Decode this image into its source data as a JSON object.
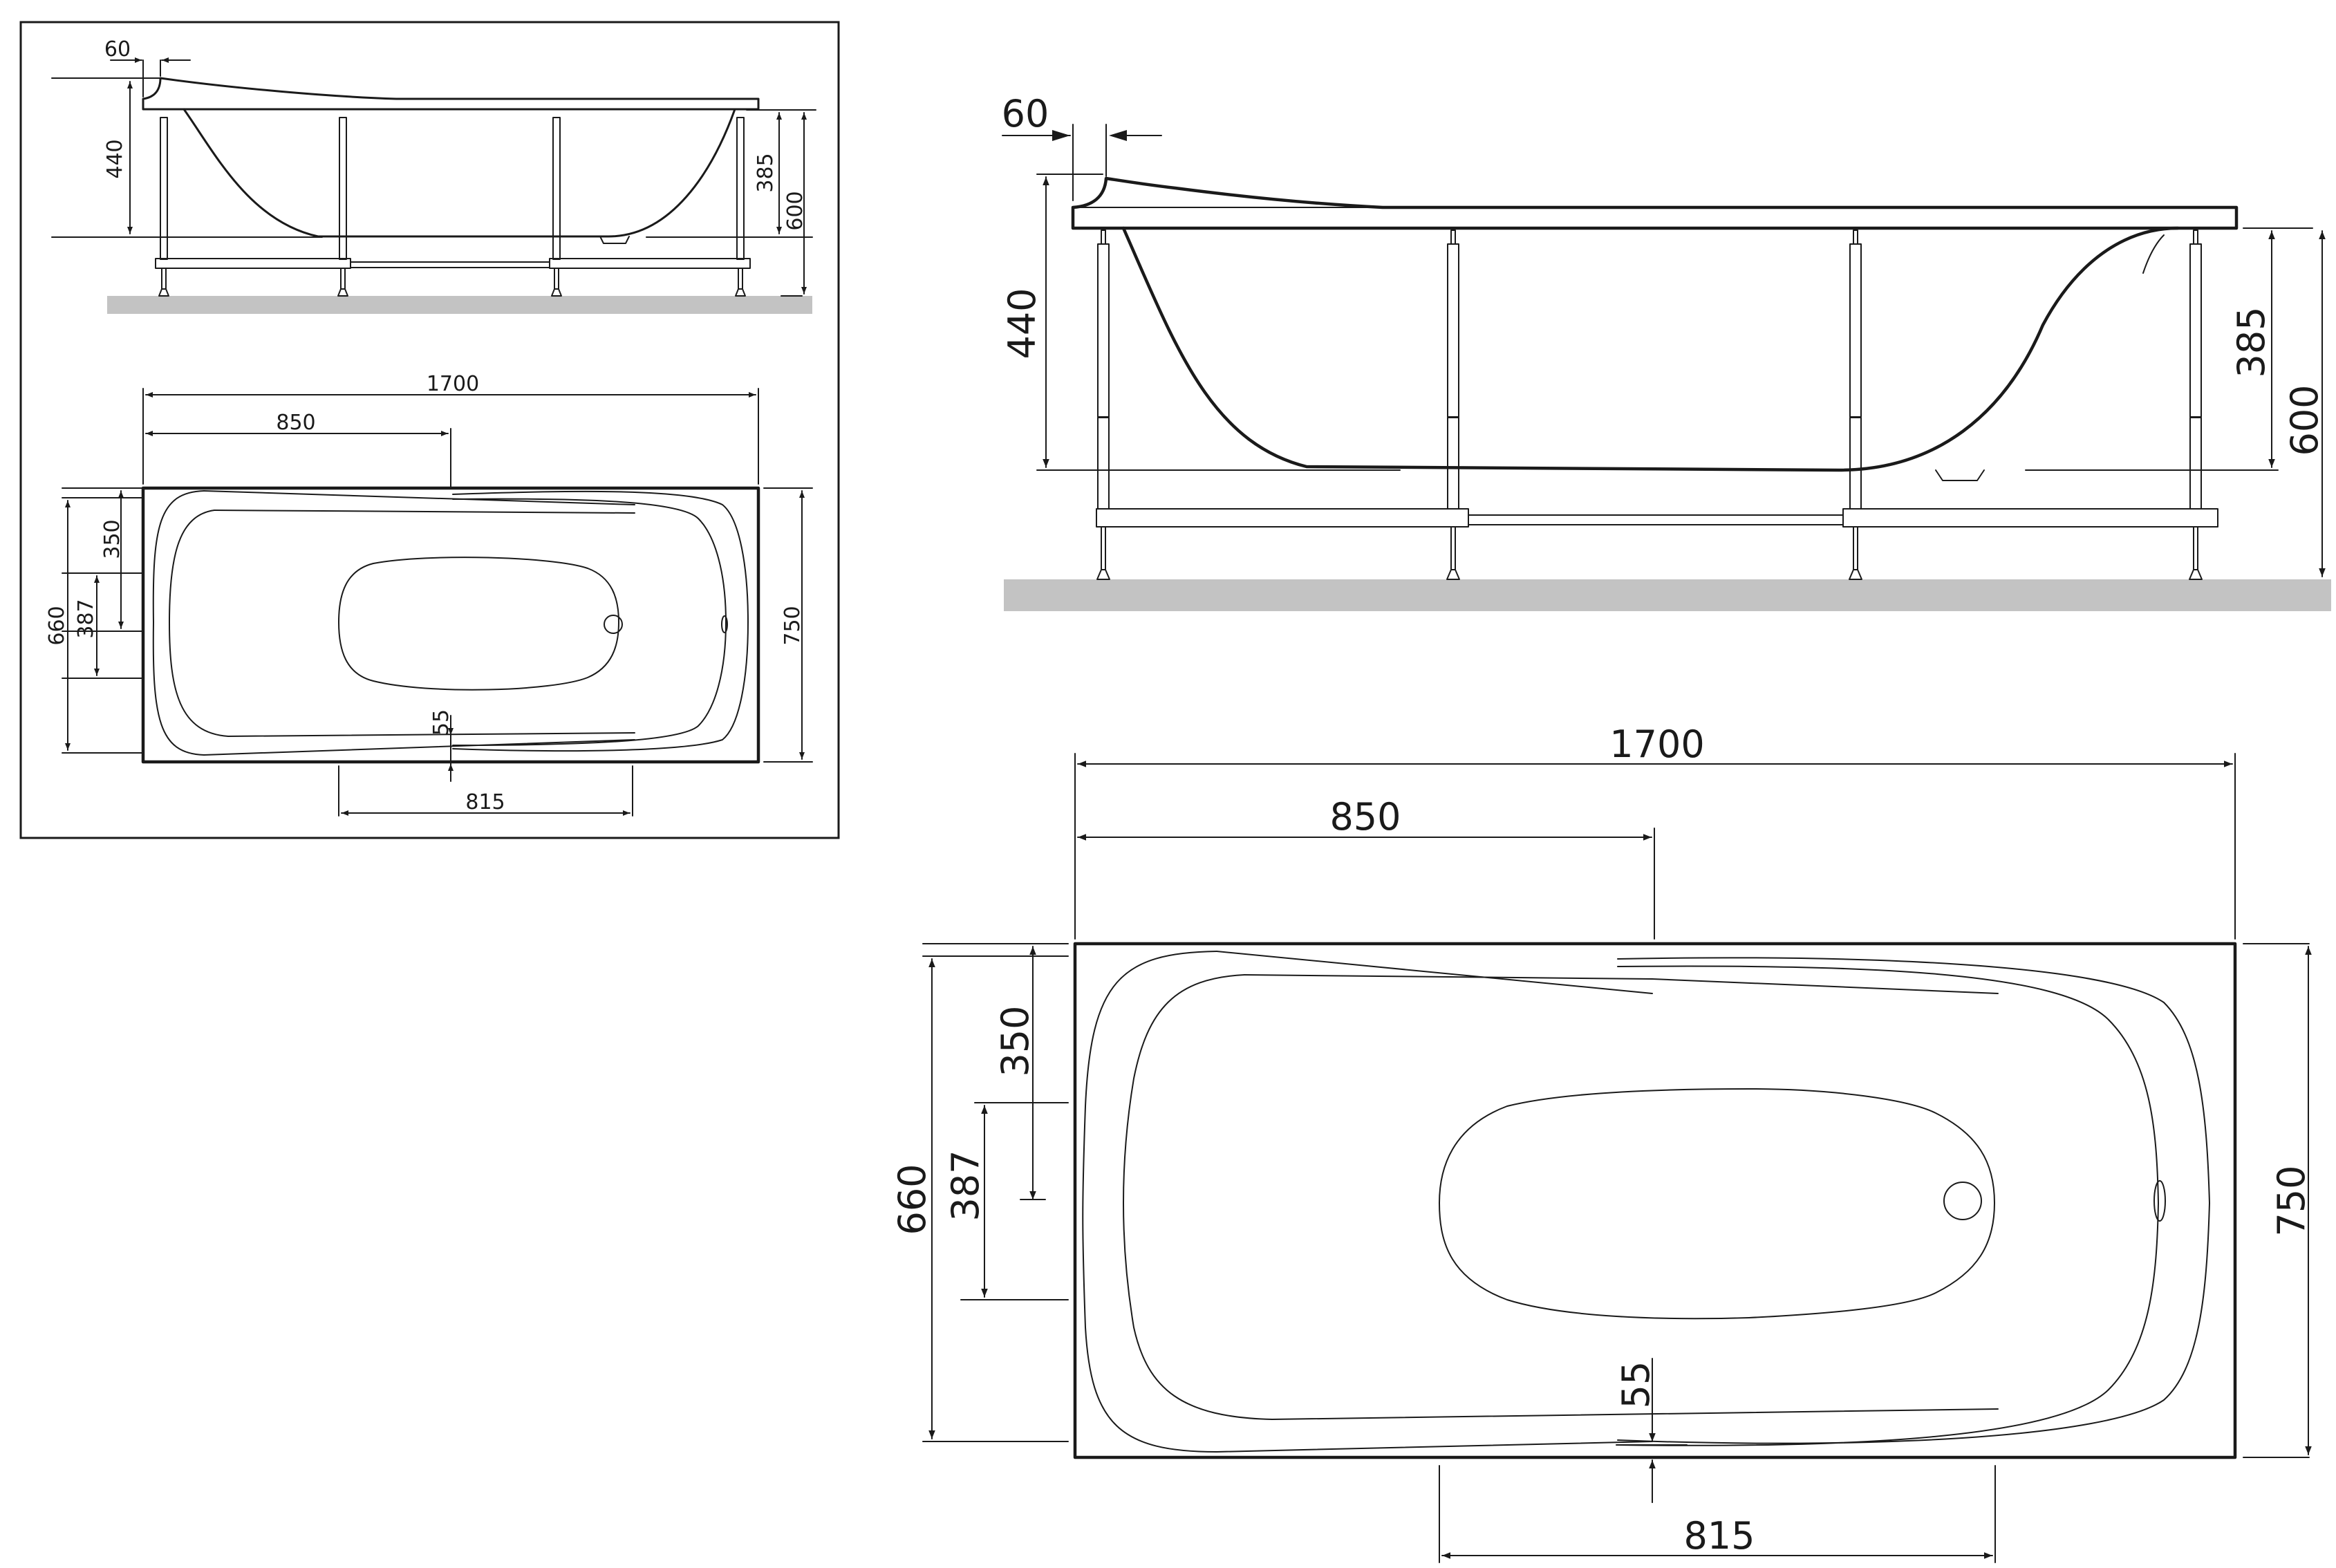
{
  "drawing": {
    "subject": "Bathtub technical drawing",
    "units": "mm",
    "views": [
      "side elevation",
      "top plan"
    ]
  },
  "overview": {
    "side_view": {
      "overflow_offset": "60",
      "inner_depth": "440",
      "drain_depth": "385",
      "total_height": "600"
    },
    "top_view": {
      "length": "1700",
      "half_length": "850",
      "width": "750",
      "inner_width": "660",
      "offset_350": "350",
      "headrest_width": "387",
      "rim_offset": "55",
      "headrest_length": "815"
    }
  },
  "detail": {
    "side_view": {
      "overflow_offset": "60",
      "inner_depth": "440",
      "drain_depth": "385",
      "total_height": "600"
    },
    "top_view": {
      "length": "1700",
      "half_length": "850",
      "width": "750",
      "inner_width": "660",
      "offset_350": "350",
      "headrest_width": "387",
      "rim_offset": "55",
      "headrest_length": "815"
    }
  },
  "colors": {
    "line": "#1a1a1a",
    "floor": "#c3c3c3",
    "background": "#ffffff"
  }
}
